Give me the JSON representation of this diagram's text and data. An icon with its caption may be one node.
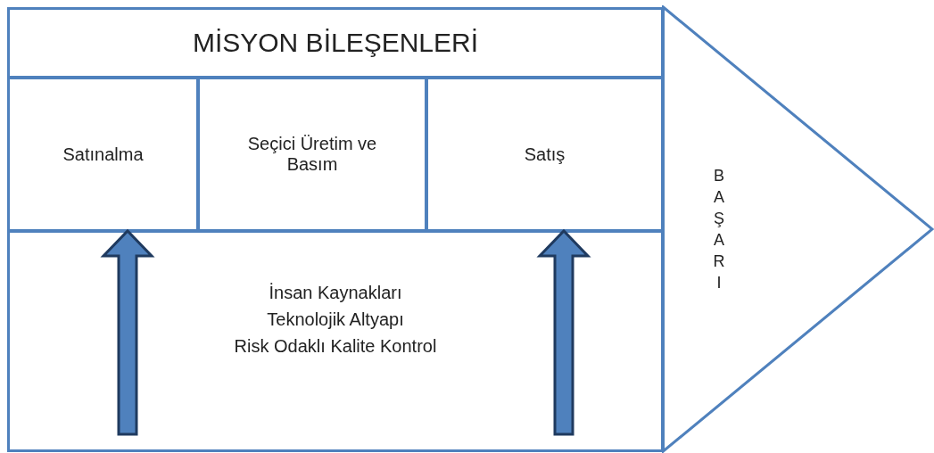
{
  "diagram": {
    "nodes": [
      {
        "text": [
          "MİSYON BİLEŞENLERİ"
        ]
      },
      {
        "text": [
          "Satınalma"
        ]
      },
      {
        "text": [
          "Seçici Üretim ve Basım"
        ]
      },
      {
        "text": [
          "Satış"
        ]
      },
      {
        "text": [
          "İnsan Kaynakları",
          "Teknolojik Altyapı",
          "Risk Odaklı Kalite Kontrol"
        ]
      },
      {
        "text": [
          "BAŞARI"
        ]
      }
    ],
    "edges": [
      {
        "from": null,
        "to": 1,
        "arrow": "to"
      },
      {
        "from": null,
        "to": 3,
        "arrow": "to"
      }
    ]
  }
}
